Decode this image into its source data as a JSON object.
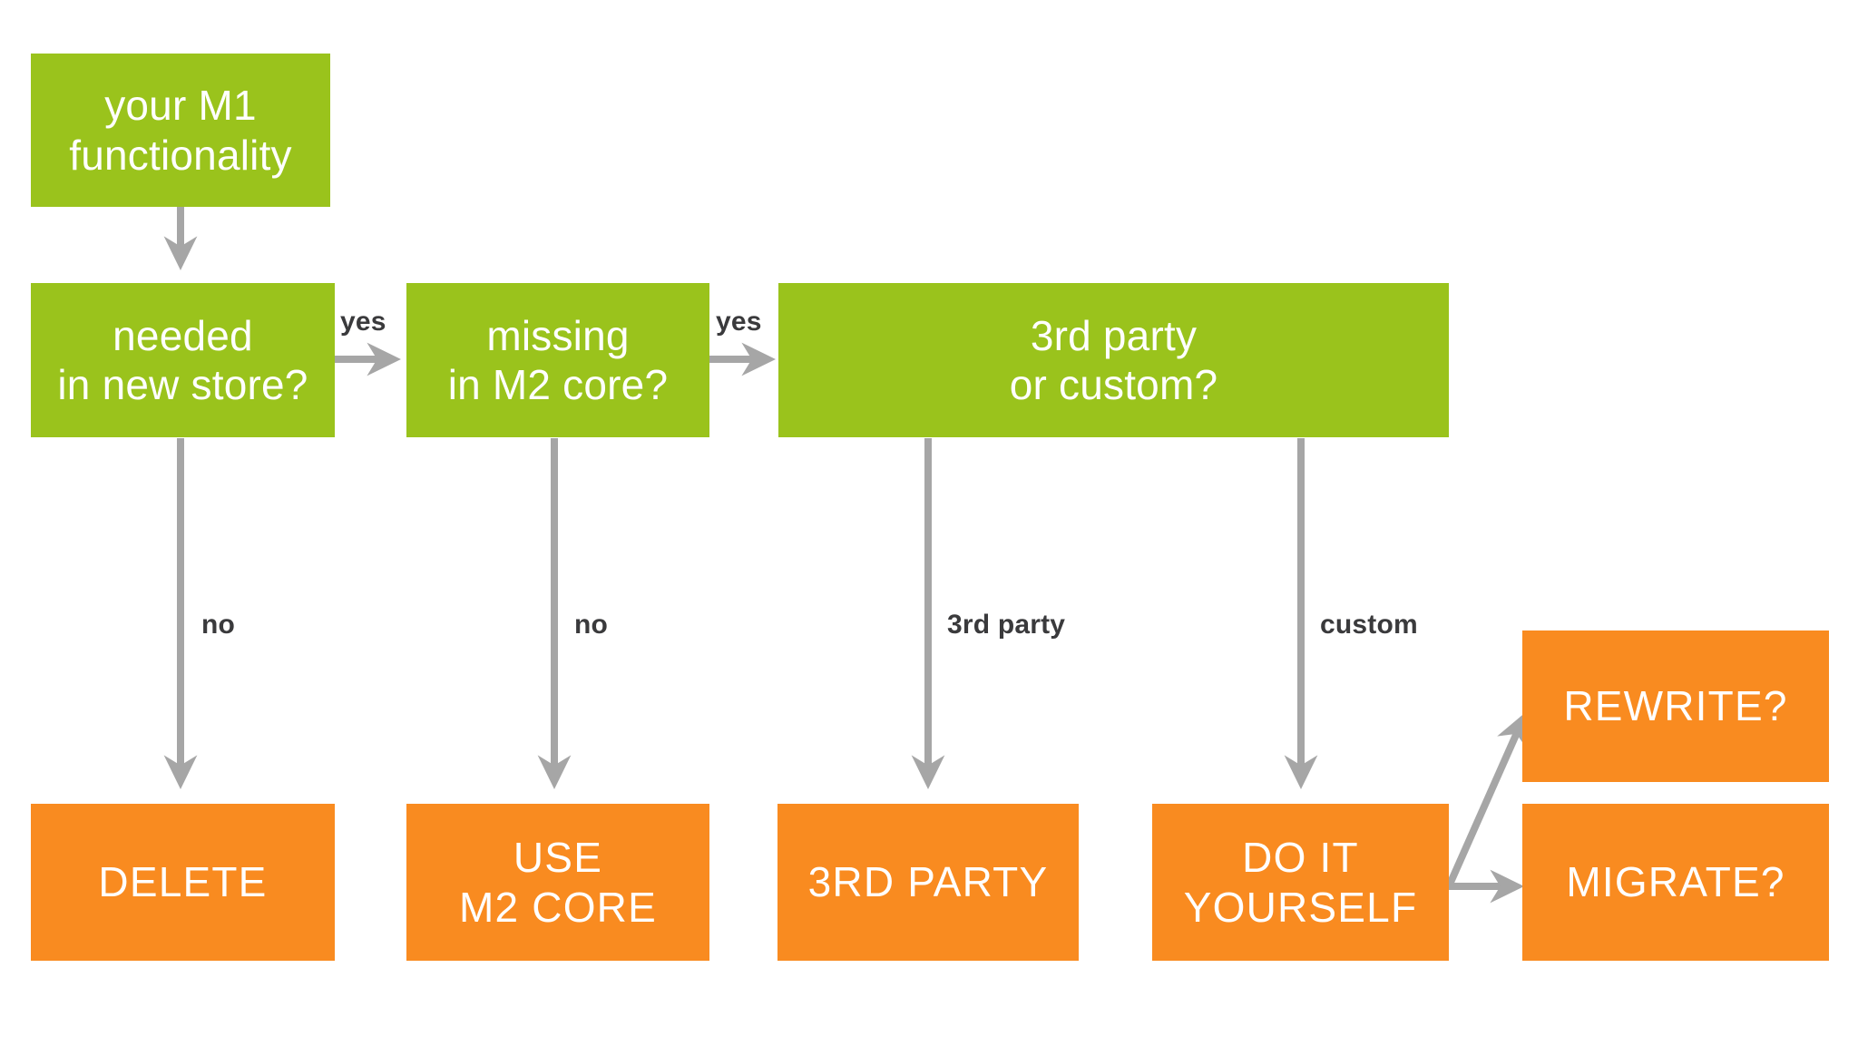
{
  "diagram": {
    "title": "M1 functionality migration decision flowchart",
    "colors": {
      "decision": "#9AC31C",
      "outcome": "#F98B20",
      "arrow": "#A6A6A6",
      "label_text": "#3A3A3C",
      "node_text": "#FFFFFF",
      "background": "#FFFFFF"
    },
    "nodes": [
      {
        "id": "start",
        "label": "your M1\nfunctionality",
        "type": "decision"
      },
      {
        "id": "needed",
        "label": "needed\nin new store?",
        "type": "decision"
      },
      {
        "id": "missing",
        "label": "missing\nin M2 core?",
        "type": "decision"
      },
      {
        "id": "thirdparty",
        "label": "3rd party\nor custom?",
        "type": "decision"
      },
      {
        "id": "delete",
        "label": "DELETE",
        "type": "outcome"
      },
      {
        "id": "usecore",
        "label": "USE\nM2 CORE",
        "type": "outcome"
      },
      {
        "id": "party3rd",
        "label": "3RD PARTY",
        "type": "outcome"
      },
      {
        "id": "diy",
        "label": "DO IT\nYOURSELF",
        "type": "outcome"
      },
      {
        "id": "rewrite",
        "label": "REWRITE?",
        "type": "outcome"
      },
      {
        "id": "migrate",
        "label": "MIGRATE?",
        "type": "outcome"
      }
    ],
    "edges": [
      {
        "from": "start",
        "to": "needed",
        "label": ""
      },
      {
        "from": "needed",
        "to": "missing",
        "label": "yes"
      },
      {
        "from": "missing",
        "to": "thirdparty",
        "label": "yes"
      },
      {
        "from": "needed",
        "to": "delete",
        "label": "no"
      },
      {
        "from": "missing",
        "to": "usecore",
        "label": "no"
      },
      {
        "from": "thirdparty",
        "to": "party3rd",
        "label": "3rd party"
      },
      {
        "from": "thirdparty",
        "to": "diy",
        "label": "custom"
      },
      {
        "from": "diy",
        "to": "rewrite",
        "label": ""
      },
      {
        "from": "diy",
        "to": "migrate",
        "label": ""
      }
    ]
  }
}
